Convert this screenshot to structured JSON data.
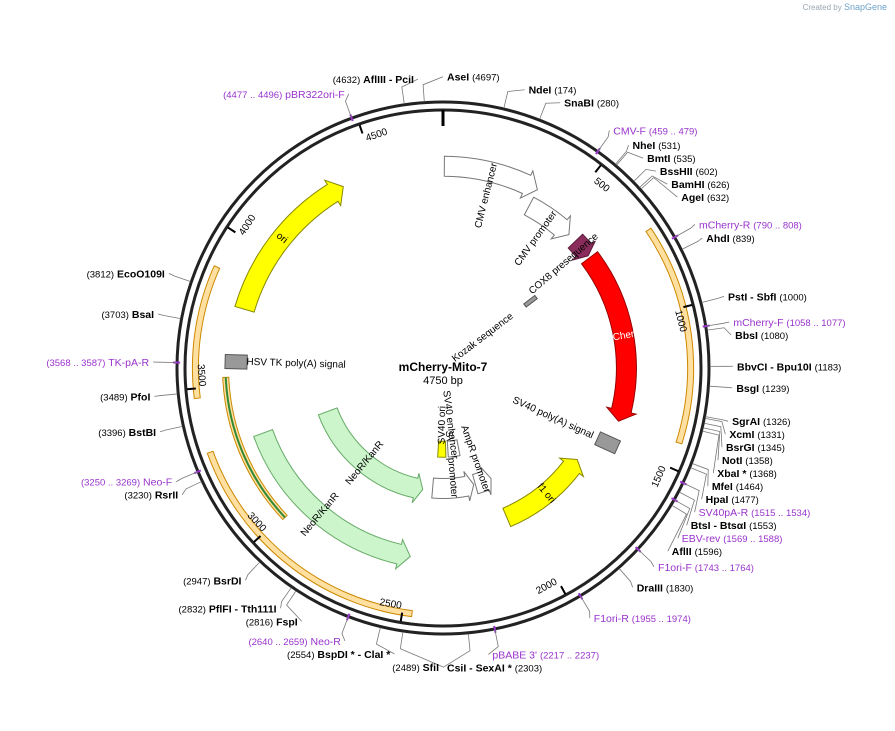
{
  "credit": {
    "prefix": "Created by",
    "brand": "SnapGene"
  },
  "plasmid": {
    "name": "mCherry-Mito-7",
    "size_label": "4750 bp",
    "length": 4750
  },
  "ticks": [
    {
      "pos": 500,
      "label": "500"
    },
    {
      "pos": 1000,
      "label": "1000"
    },
    {
      "pos": 1500,
      "label": "1500"
    },
    {
      "pos": 2000,
      "label": "2000"
    },
    {
      "pos": 2500,
      "label": "2500"
    },
    {
      "pos": 3000,
      "label": "3000"
    },
    {
      "pos": 3500,
      "label": "3500"
    },
    {
      "pos": 4000,
      "label": "4000"
    },
    {
      "pos": 4500,
      "label": "4500"
    }
  ],
  "features": [
    {
      "name": "ori",
      "start": 3780,
      "end": 4370,
      "dir": 1,
      "ring": 0.79,
      "fill": "#ffff00",
      "stroke": "#888800",
      "label": "ori",
      "label_inside": true
    },
    {
      "name": "CMV enhancer",
      "start": 5,
      "end": 368,
      "dir": 1,
      "ring": 0.77,
      "fill": "#ffffff",
      "stroke": "#777777",
      "label": "CMV enhancer",
      "label_inside": false
    },
    {
      "name": "CMV promoter",
      "start": 369,
      "end": 572,
      "dir": 1,
      "ring": 0.7,
      "fill": "#ffffff",
      "stroke": "#777777",
      "label": "CMV promoter",
      "label_inside": false
    },
    {
      "name": "COX8 presequence",
      "start": 610,
      "end": 690,
      "dir": 1,
      "ring": 0.7,
      "fill": "#8b2d5c",
      "stroke": "#5a1a3a",
      "label": "COX8 presequence",
      "label_inside": false
    },
    {
      "name": "mCherry",
      "start": 700,
      "end": 1410,
      "dir": 1,
      "ring": 0.7,
      "fill": "#ff0000",
      "stroke": "#990000",
      "label": "mCherry",
      "label_inside": true
    },
    {
      "name": "f1 ori",
      "start": 1640,
      "end": 2070,
      "dir": -1,
      "ring": 0.62,
      "fill": "#ffff00",
      "stroke": "#888800",
      "label": "f1 ori",
      "label_inside": true
    },
    {
      "name": "AmpR promoter",
      "start": 2065,
      "end": 2170,
      "dir": -1,
      "ring": 0.46,
      "fill": "#ffffff",
      "stroke": "#777777",
      "label": "AmpR promoter",
      "label_inside": false
    },
    {
      "name": "SV40 promoter",
      "start": 2180,
      "end": 2440,
      "dir": -1,
      "ring": 0.46,
      "fill": "#ffffff",
      "stroke": "#777777",
      "label": "SV40 promoter",
      "label_inside": false
    },
    {
      "name": "SV40 enhancer",
      "start": 2230,
      "end": 2330,
      "dir": 0,
      "ring": 0.31,
      "fill": "#ffffff",
      "stroke": "#777777",
      "label": "SV40 enhancer",
      "label_inside": false
    },
    {
      "name": "SV40 ori",
      "start": 2350,
      "end": 2420,
      "dir": 0,
      "ring": 0.31,
      "fill": "#ffff00",
      "stroke": "#888800",
      "label": "SV40 ori",
      "label_inside": false
    },
    {
      "name": "NeoR/KanR inner",
      "start": 2500,
      "end": 3290,
      "dir": -1,
      "ring": 0.47,
      "fill": "#ccf5cc",
      "stroke": "#66aa66",
      "label": "NeoR/KanR",
      "label_inside": true
    },
    {
      "name": "NeoR/KanR outer",
      "start": 2505,
      "end": 3300,
      "dir": -1,
      "ring": 0.73,
      "fill": "#ccf5cc",
      "stroke": "#66aa66",
      "label": "NeoR/KanR",
      "label_inside": true
    }
  ],
  "blocks": [
    {
      "name": "SV40 poly(A) signal",
      "pos": 1510,
      "ring": 0.69,
      "fill": "#999999",
      "label": "SV40 poly(A) signal"
    },
    {
      "name": "HSV TK poly(A) signal",
      "pos": 3585,
      "ring": 0.79,
      "fill": "#999999",
      "label": "HSV TK poly(A) signal"
    },
    {
      "name": "Kozak sequence",
      "pos": 695,
      "ring": 0.42,
      "fill": "#999999",
      "label": "Kozak sequence"
    }
  ],
  "primer_bands": [
    {
      "name": "mCherry-F band",
      "start": 740,
      "end": 1420,
      "ring": 0.945
    },
    {
      "name": "NeoR-F band",
      "start": 2470,
      "end": 3300,
      "ring": 0.945
    },
    {
      "name": "pBR322ori band",
      "start": 3470,
      "end": 3880,
      "ring": 0.945
    },
    {
      "name": "NeoR green primer",
      "start": 2990,
      "end": 3530,
      "ring": 0.83
    }
  ],
  "labels": [
    {
      "kind": "site",
      "side": "right",
      "pos": 4697,
      "name": "AseI",
      "coord": "(4697)"
    },
    {
      "kind": "site",
      "side": "left",
      "pos": 4640,
      "name": "AflIII - PciI",
      "coord": "(4632)"
    },
    {
      "kind": "primer",
      "side": "left",
      "pos": 4485,
      "name": "pBR322ori-F",
      "coord": "(4477 .. 4496)"
    },
    {
      "kind": "site",
      "side": "right",
      "pos": 174,
      "name": "NdeI",
      "coord": "(174)"
    },
    {
      "kind": "site",
      "side": "right",
      "pos": 280,
      "name": "SnaBI",
      "coord": "(280)"
    },
    {
      "kind": "primer",
      "side": "right",
      "pos": 469,
      "name": "CMV-F",
      "coord": "(459 .. 479)"
    },
    {
      "kind": "site",
      "side": "right",
      "pos": 531,
      "name": "NheI",
      "coord": "(531)"
    },
    {
      "kind": "site",
      "side": "right",
      "pos": 535,
      "name": "BmtI",
      "coord": "(535)"
    },
    {
      "kind": "site",
      "side": "right",
      "pos": 602,
      "name": "BssHII",
      "coord": "(602)"
    },
    {
      "kind": "site",
      "side": "right",
      "pos": 626,
      "name": "BamHI",
      "coord": "(626)"
    },
    {
      "kind": "site",
      "side": "right",
      "pos": 632,
      "name": "AgeI",
      "coord": "(632)"
    },
    {
      "kind": "primer",
      "side": "right",
      "pos": 799,
      "name": "mCherry-R",
      "coord": "(790 .. 808)"
    },
    {
      "kind": "site",
      "side": "right",
      "pos": 839,
      "name": "AhdI",
      "coord": "(839)"
    },
    {
      "kind": "site",
      "side": "right",
      "pos": 1000,
      "name": "PstI - SbfI",
      "coord": "(1000)"
    },
    {
      "kind": "primer",
      "side": "right",
      "pos": 1068,
      "name": "mCherry-F",
      "coord": "(1058 .. 1077)"
    },
    {
      "kind": "site",
      "side": "right",
      "pos": 1080,
      "name": "BbsI",
      "coord": "(1080)"
    },
    {
      "kind": "site",
      "side": "right",
      "pos": 1183,
      "name": "BbvCI - Bpu10I",
      "coord": "(1183)"
    },
    {
      "kind": "site",
      "side": "right",
      "pos": 1239,
      "name": "BsgI",
      "coord": "(1239)"
    },
    {
      "kind": "site",
      "side": "right",
      "pos": 1326,
      "name": "SgrAI",
      "coord": "(1326)"
    },
    {
      "kind": "site",
      "side": "right",
      "pos": 1331,
      "name": "XcmI",
      "coord": "(1331)"
    },
    {
      "kind": "site",
      "side": "right",
      "pos": 1345,
      "name": "BsrGI",
      "coord": "(1345)"
    },
    {
      "kind": "site",
      "side": "right",
      "pos": 1358,
      "name": "NotI",
      "coord": "(1358)"
    },
    {
      "kind": "site",
      "side": "right",
      "pos": 1368,
      "name": "XbaI *",
      "coord": "(1368)"
    },
    {
      "kind": "site",
      "side": "right",
      "pos": 1464,
      "name": "MfeI",
      "coord": "(1464)"
    },
    {
      "kind": "site",
      "side": "right",
      "pos": 1477,
      "name": "HpaI",
      "coord": "(1477)"
    },
    {
      "kind": "primer",
      "side": "right",
      "pos": 1525,
      "name": "SV40pA-R",
      "coord": "(1515 .. 1534)"
    },
    {
      "kind": "site",
      "side": "right",
      "pos": 1553,
      "name": "BtsI - BtsαI",
      "coord": "(1553)"
    },
    {
      "kind": "primer",
      "side": "right",
      "pos": 1579,
      "name": "EBV-rev",
      "coord": "(1569 .. 1588)"
    },
    {
      "kind": "site",
      "side": "right",
      "pos": 1596,
      "name": "AflII",
      "coord": "(1596)"
    },
    {
      "kind": "primer",
      "side": "right",
      "pos": 1754,
      "name": "F1ori-F",
      "coord": "(1743 .. 1764)"
    },
    {
      "kind": "site",
      "side": "right",
      "pos": 1830,
      "name": "DraIII",
      "coord": "(1830)"
    },
    {
      "kind": "primer",
      "side": "right",
      "pos": 1965,
      "name": "F1ori-R",
      "coord": "(1955 .. 1974)"
    },
    {
      "kind": "primer",
      "side": "right",
      "pos": 2227,
      "name": "pBABE 3'",
      "coord": "(2217 .. 2237)"
    },
    {
      "kind": "site",
      "side": "right",
      "pos": 2303,
      "name": "CsiI - SexAI *",
      "coord": "(2303)"
    },
    {
      "kind": "site",
      "side": "left",
      "pos": 2489,
      "name": "SfiI",
      "coord": "(2489)"
    },
    {
      "kind": "site",
      "side": "left",
      "pos": 2554,
      "name": "BspDI * - ClaI *",
      "coord": "(2554)"
    },
    {
      "kind": "primer",
      "side": "left",
      "pos": 2650,
      "name": "Neo-R",
      "coord": "(2640 .. 2659)"
    },
    {
      "kind": "site",
      "side": "left",
      "pos": 2816,
      "name": "FspI",
      "coord": "(2816)"
    },
    {
      "kind": "site",
      "side": "left",
      "pos": 2832,
      "name": "PflFI - Tth111I",
      "coord": "(2832)"
    },
    {
      "kind": "site",
      "side": "left",
      "pos": 2947,
      "name": "BsrDI",
      "coord": "(2947)"
    },
    {
      "kind": "site",
      "side": "left",
      "pos": 3230,
      "name": "RsrII",
      "coord": "(3230)"
    },
    {
      "kind": "primer",
      "side": "left",
      "pos": 3260,
      "name": "Neo-F",
      "coord": "(3250 .. 3269)"
    },
    {
      "kind": "site",
      "side": "left",
      "pos": 3396,
      "name": "BstBI",
      "coord": "(3396)"
    },
    {
      "kind": "site",
      "side": "left",
      "pos": 3489,
      "name": "PfoI",
      "coord": "(3489)"
    },
    {
      "kind": "primer",
      "side": "left",
      "pos": 3578,
      "name": "TK-pA-R",
      "coord": "(3568 .. 3587)"
    },
    {
      "kind": "site",
      "side": "left",
      "pos": 3703,
      "name": "BsaI",
      "coord": "(3703)"
    },
    {
      "kind": "site",
      "side": "left",
      "pos": 3812,
      "name": "EcoO109I",
      "coord": "(3812)"
    }
  ],
  "colors": {
    "site": "#000000",
    "primer": "#9933cc",
    "backbone": "#222222",
    "connector": "#777777"
  }
}
